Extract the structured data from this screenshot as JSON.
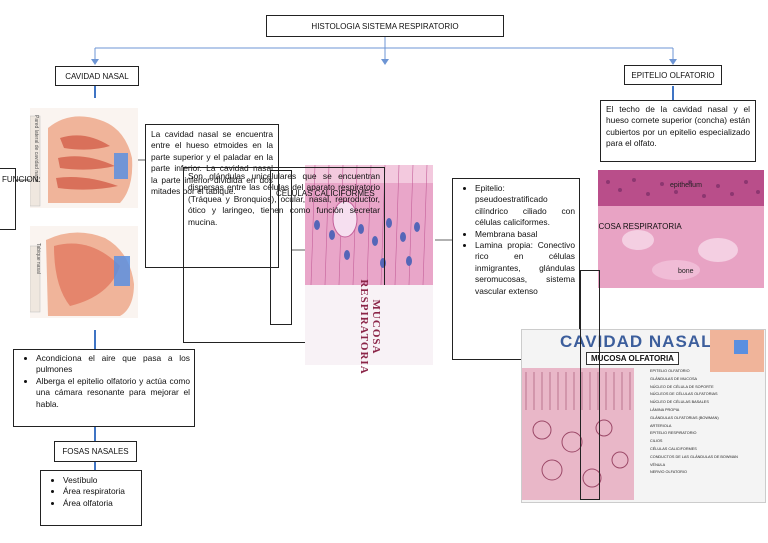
{
  "root": {
    "title": "HISTOLOGIA SISTEMA RESPIRATORIO"
  },
  "left": {
    "header": "CAVIDAD NASAL",
    "function_label": "FUNCION:",
    "function_items": [
      "Acondiciona el aire que pasa a los pulmones",
      "Alberga el epitelio olfatorio y actúa como una cámara resonante para mejorar el habla."
    ],
    "fosas_header": "FOSAS NASALES",
    "fosas_items": [
      "Vestíbulo",
      "Área respiratoria",
      "Área olfatoria"
    ],
    "image_caption_1": "Pared lateral de cavidad nasal",
    "image_caption_2": "Tabique nasal"
  },
  "middle": {
    "description": "La cavidad nasal se encuentra entre el hueso etmoides en la parte superior y el paladar en la parte inferior. La cavidad nasal la parte inferior dividida en dos mitades por el tabique.",
    "caliciformes_text": "Son glándulas unicelulares que se encuentran dispersas entre las células del aparato respiratorio (Tráquea y Bronquios), ocular, nasal, reproductor, ótico y laringeo, tienen como función secretar mucina.",
    "caliciformes_label": "CÉLULAS CALICIFORMES",
    "mucosa_label": "MUCOSA RESPIRATORIA",
    "mucosa_items": [
      "Epitelio: pseudoestratificado cilíndrico ciliado con células caliciformes.",
      "Membrana basal",
      "Lamina propia: Conectivo rico en células inmigrantes, glándulas seromucosas, sistema vascular extenso"
    ]
  },
  "right": {
    "header": "EPITELIO OLFATORIO",
    "description": "El techo de la cavidad nasal y el hueso cornete superior (concha) están cubiertos por un epitelio especializado para el olfato.",
    "micro_labels": [
      "epithelium",
      "bone"
    ],
    "poster_title": "CAVIDAD NASAL",
    "poster_subtitle": "MUCOSA OLFATORIA",
    "poster_legend": [
      "EPITELIO OLFATORIO",
      "GLÁNDULAS DE MUCOSA",
      "NÚCLEO DE CÉLULA DE SOPORTE",
      "NÚCLEOS DE CÉLULAS OLFATORIAS",
      "NÚCLEO DE CÉLULAS BASALES",
      "LÁMINA PROPIA",
      "GLÁNDULAS OLFATORIAS (BOWMAN)",
      "ARTERIOLA",
      "EPITELIO RESPIRATORIO",
      "CILIOS",
      "CÉLULAS CALICIFORMES",
      "CONDUCTOS DE LAS GLÁNDULAS DE BOWMAN",
      "VÉNULA",
      "NERVIO OLFATORIO"
    ]
  },
  "colors": {
    "connector": "#3f74c4",
    "tissue_pink": "#e7a4c8",
    "poster_blue": "#3c5e9c"
  }
}
